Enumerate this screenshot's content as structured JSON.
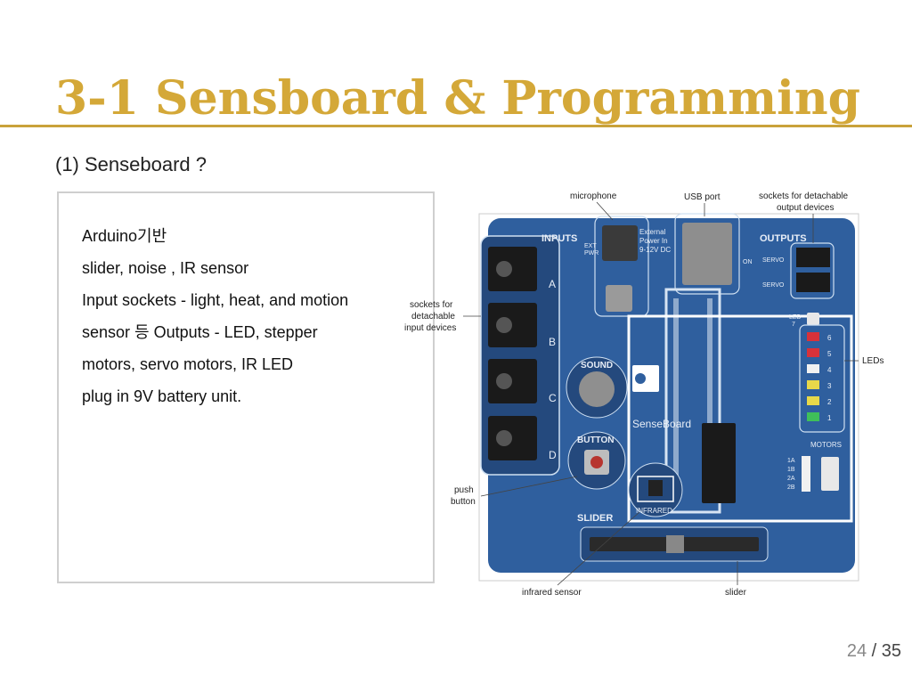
{
  "slide": {
    "title": "3-1 Sensboard & Programming",
    "subtitle": "(1) Senseboard ?",
    "bullets": [
      " Arduino기반",
      "slider, noise , IR sensor",
      "Input sockets - light, heat, and motion",
      "sensor 등  Outputs - LED, stepper",
      "motors, servo motors, IR LED",
      "plug in 9V battery unit."
    ],
    "page_current": "24",
    "page_separator": " / ",
    "page_total": "35"
  },
  "board": {
    "callouts": {
      "microphone": "microphone",
      "usb_port": "USB port",
      "output_sockets_1": "sockets for detachable",
      "output_sockets_2": "output devices",
      "input_sockets_1": "sockets for",
      "input_sockets_2": "detachable",
      "input_sockets_3": "input devices",
      "leds": "LEDs",
      "push_button_1": "push",
      "push_button_2": "button",
      "infrared_sensor": "infrared sensor",
      "slider": "slider"
    },
    "silkscreen": {
      "inputs": "INPUTS",
      "outputs": "OUTPUTS",
      "sound": "SOUND",
      "button": "BUTTON",
      "slider": "SLIDER",
      "infrared": "INFRARED",
      "senseboard": "SenseBoard",
      "motors": "MOTORS",
      "servo": "SERVO",
      "ext_pwr_1": "EXT",
      "ext_pwr_2": "PWR",
      "ext_power_1": "External",
      "ext_power_2": "Power In",
      "ext_power_3": "9-12V DC",
      "on": "ON",
      "led7_1": "LED",
      "led7_2": "7",
      "socket_a": "A",
      "socket_b": "B",
      "socket_c": "C",
      "socket_d": "D",
      "led_numbers": [
        "6",
        "5",
        "4",
        "3",
        "2",
        "1"
      ],
      "motor_pins": [
        "1A",
        "1B",
        "2A",
        "2B"
      ]
    },
    "colors": {
      "board": "#2f5f9e",
      "board_dark": "#24497d",
      "led_red": "#d8323a",
      "led_green": "#3fbf5a",
      "led_yellow": "#e7d84a",
      "accent": "#d4a838"
    }
  }
}
